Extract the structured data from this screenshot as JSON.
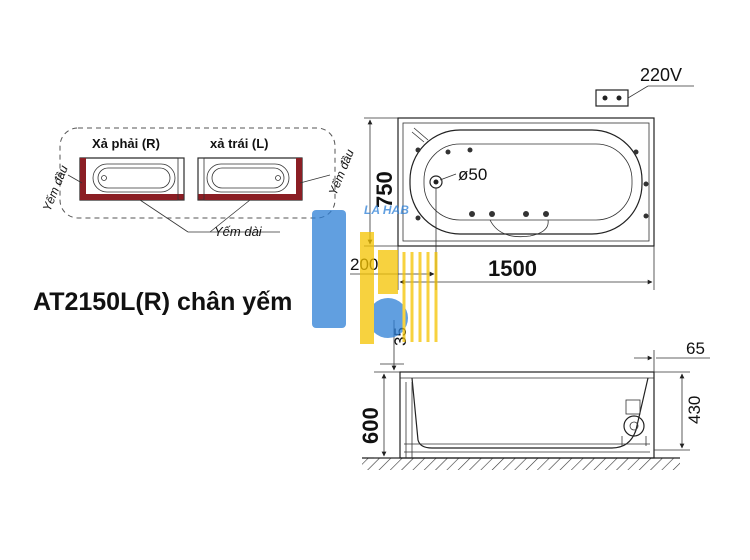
{
  "title": "AT2150L(R) chân yếm",
  "inset": {
    "right_drain_label": "Xả phải (R)",
    "left_drain_label": "xả trái (L)",
    "end_panel_left": "Yếm đầu",
    "end_panel_right": "Yếm đầu",
    "long_panel": "Yếm dài"
  },
  "top_view": {
    "power_label": "220V",
    "drain_diameter": "ø50",
    "width_dim": "750",
    "length_dim": "1500",
    "drain_offset_dim": "200"
  },
  "side_view": {
    "height_dim": "600",
    "rim_dim": "35",
    "edge_dim": "65",
    "inner_depth_dim": "430"
  },
  "watermark": {
    "text": "LA HAB",
    "colors": {
      "blue": "#2d7fd6",
      "yellow": "#f5c400"
    }
  }
}
